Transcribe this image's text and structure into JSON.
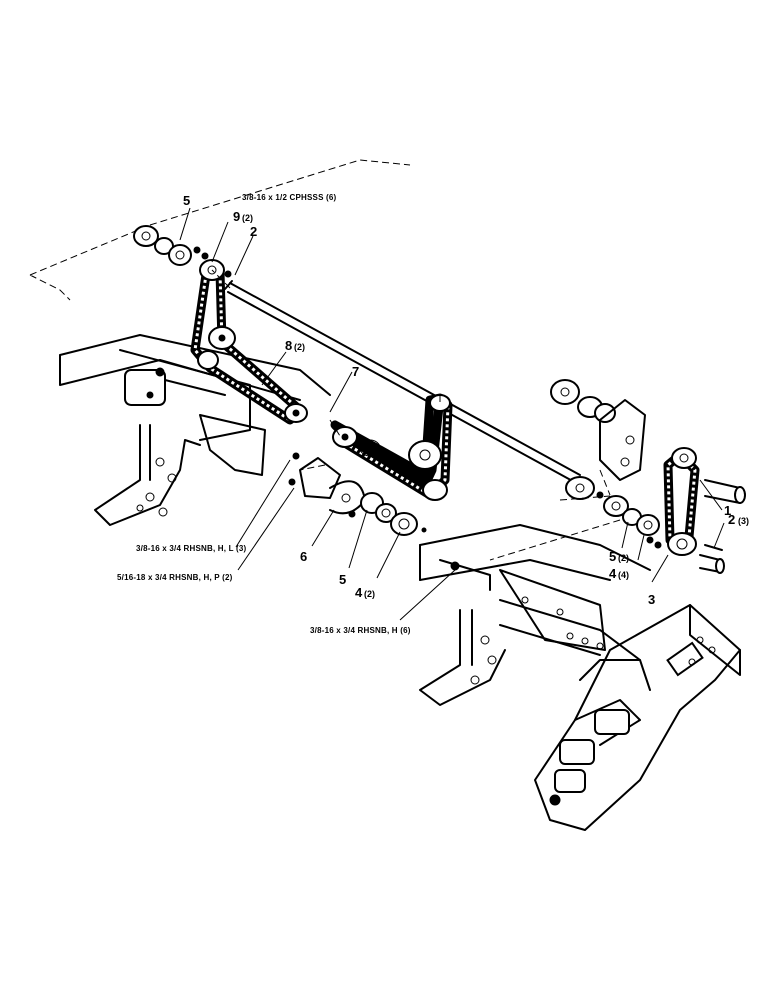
{
  "callouts": {
    "c5_top": {
      "num": "5",
      "qty": ""
    },
    "c9": {
      "num": "9",
      "qty": "(2)"
    },
    "c2_top": {
      "num": "2",
      "qty": ""
    },
    "c8": {
      "num": "8",
      "qty": "(2)"
    },
    "c7": {
      "num": "7",
      "qty": ""
    },
    "c1": {
      "num": "1",
      "qty": ""
    },
    "c2_right": {
      "num": "2",
      "qty": "(3)"
    },
    "c5_right": {
      "num": "5",
      "qty": "(2)"
    },
    "c4_right": {
      "num": "4",
      "qty": "(4)"
    },
    "c3": {
      "num": "3",
      "qty": ""
    },
    "c6": {
      "num": "6",
      "qty": ""
    },
    "c5_mid": {
      "num": "5",
      "qty": ""
    },
    "c4_mid": {
      "num": "4",
      "qty": "(2)"
    }
  },
  "hardware_notes": {
    "cphsss": "3/8-16 x 1/2 CPHSSS (6)",
    "rhsnb_hl": "3/8-16 x 3/4 RHSNB, H, L (3)",
    "rhsnb_hp": "5/16-18 x 3/4 RHSNB, H, P (2)",
    "rhsnb_h": "3/8-16 x 3/4 RHSNB, H (6)"
  }
}
